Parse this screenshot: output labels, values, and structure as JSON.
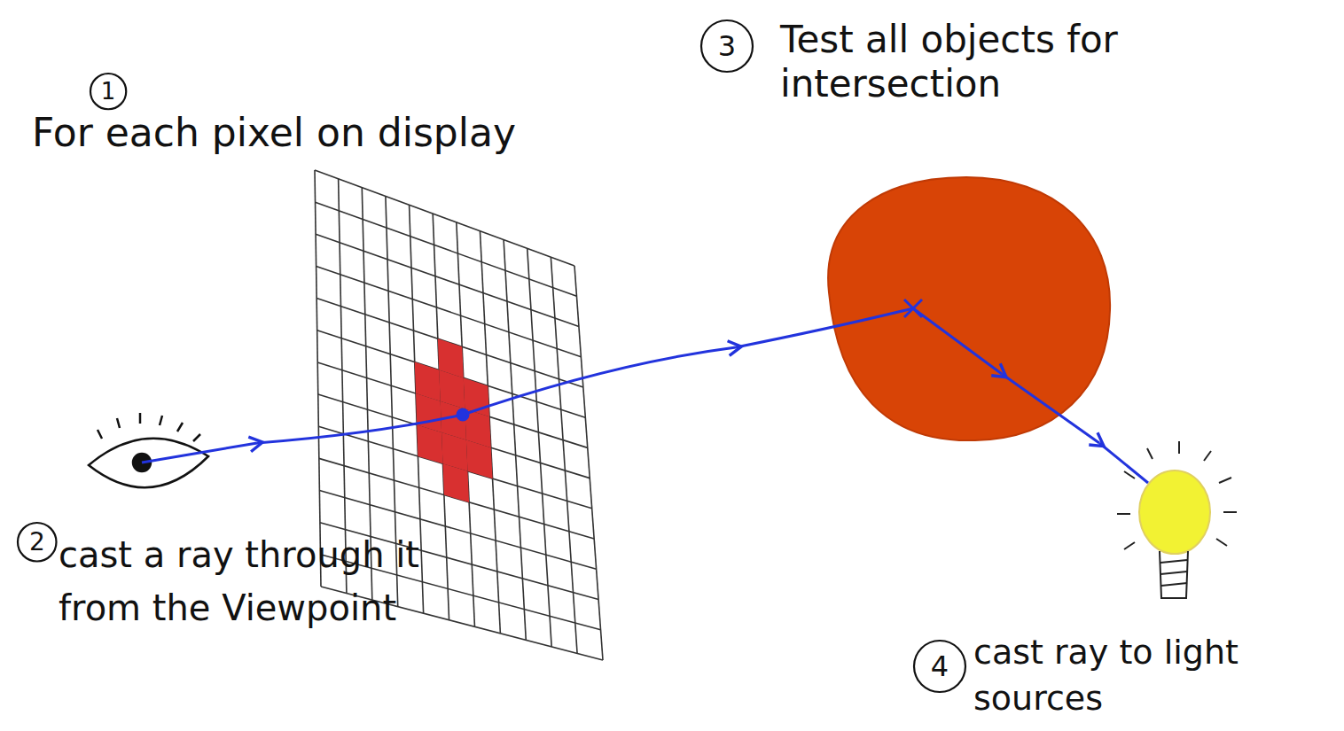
{
  "diagram": {
    "nodes": [
      {
        "text": [
          "1"
        ]
      },
      {
        "text": [
          "2"
        ]
      },
      {
        "text": [
          "3"
        ]
      },
      {
        "text": [
          "4"
        ]
      }
    ],
    "labels": [
      "For each pixel on display",
      "cast a ray through it from the Viewpoint",
      "Test all objects for intersection",
      "cast ray to light sources"
    ]
  }
}
